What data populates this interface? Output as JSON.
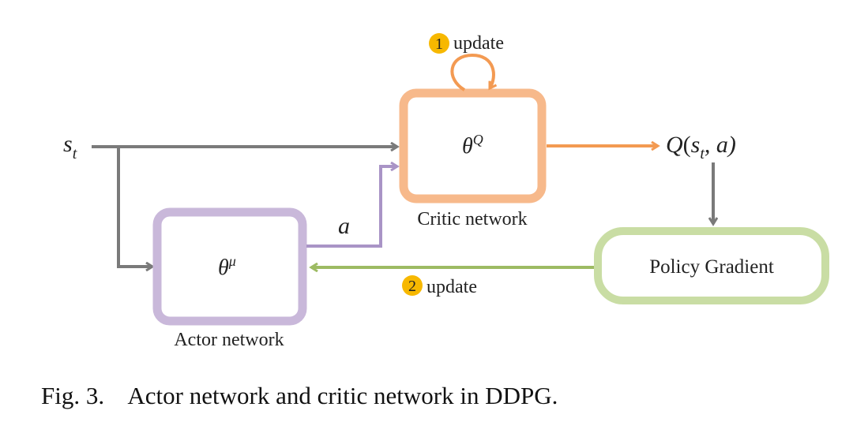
{
  "inputs": {
    "state_symbol": "s",
    "state_subscript": "t"
  },
  "critic": {
    "param_base": "θ",
    "param_sup": "Q",
    "label": "Critic network",
    "update_badge": "1",
    "update_text": "update",
    "output_q": "Q",
    "output_open": "(",
    "output_s": "s",
    "output_sub": "t",
    "output_rest": ", a)"
  },
  "actor": {
    "param_base": "θ",
    "param_sup": "μ",
    "label": "Actor network",
    "action_symbol": "a"
  },
  "policy_gradient": {
    "label": "Policy Gradient",
    "update_badge": "2",
    "update_text": "update"
  },
  "caption": {
    "fig_label": "Fig. 3.",
    "text": "Actor network and critic network in DDPG."
  },
  "colors": {
    "critic": "#F7B98B",
    "actor": "#C9B8DA",
    "policy": "#C9DDA4",
    "gray_arrow": "#7A7A7A",
    "orange_arrow": "#F39A52",
    "purple_arrow": "#A994C6",
    "green_arrow": "#9DBB63",
    "badge": "#F7B800"
  }
}
